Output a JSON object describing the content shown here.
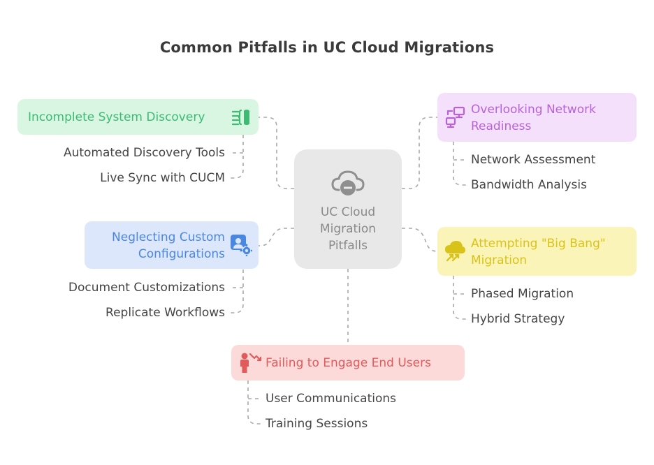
{
  "title": "Common Pitfalls in UC Cloud Migrations",
  "center": {
    "lines": [
      "UC Cloud",
      "Migration",
      "Pitfalls"
    ],
    "icon": "cloud-minus-icon"
  },
  "branches": [
    {
      "id": "discovery",
      "title_lines": [
        "Incomplete System Discovery"
      ],
      "color": "#3dbb73",
      "fill": "#d8f6e2",
      "icon": "database-list-icon",
      "leaves": [
        "Automated Discovery Tools",
        "Live Sync with CUCM"
      ]
    },
    {
      "id": "network",
      "title_lines": [
        "Overlooking Network",
        "Readiness"
      ],
      "color": "#b862d8",
      "fill": "#f4e0fb",
      "icon": "network-computers-icon",
      "leaves": [
        "Network Assessment",
        "Bandwidth Analysis"
      ]
    },
    {
      "id": "custom",
      "title_lines": [
        "Neglecting Custom",
        "Configurations"
      ],
      "color": "#4a87e0",
      "fill": "#dde7fb",
      "icon": "user-settings-icon",
      "leaves": [
        "Document Customizations",
        "Replicate Workflows"
      ]
    },
    {
      "id": "bigbang",
      "title_lines": [
        "Attempting \"Big Bang\"",
        "Migration"
      ],
      "color": "#d9c21a",
      "fill": "#fbf4b8",
      "icon": "storm-cloud-icon",
      "leaves": [
        "Phased Migration",
        "Hybrid Strategy"
      ]
    },
    {
      "id": "users",
      "title_lines": [
        "Failing to Engage End Users"
      ],
      "color": "#e25b5b",
      "fill": "#fcdada",
      "icon": "person-down-arrow-icon",
      "leaves": [
        "User Communications",
        "Training Sessions"
      ]
    }
  ]
}
